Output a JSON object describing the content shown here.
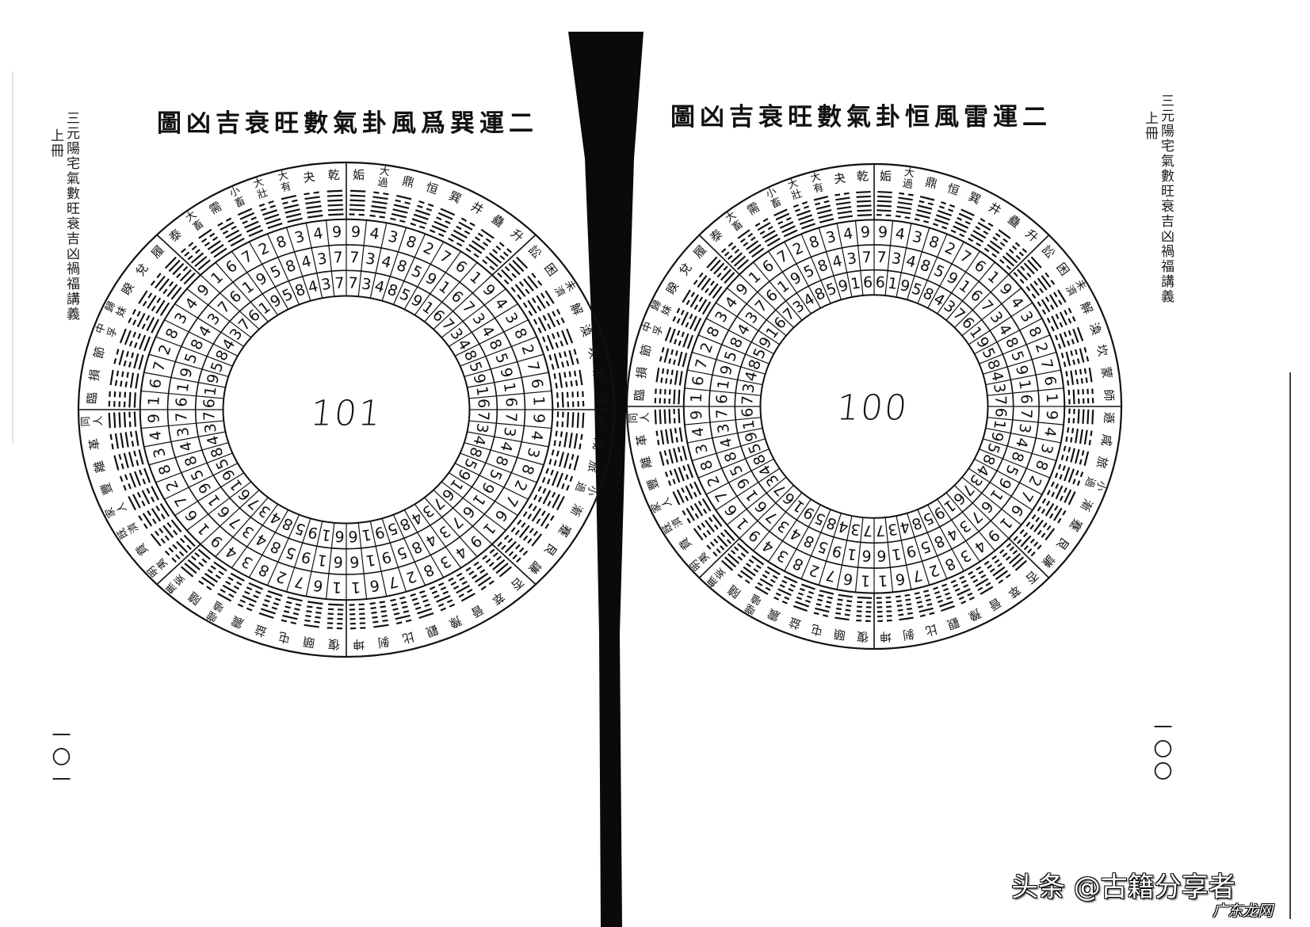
{
  "left_page": {
    "running_head": "三元陽宅氣數旺衰吉凶禍福講義",
    "volume": "上冊",
    "title": "圖凶吉衰旺數氣卦風爲巽運二",
    "page_number": "一〇一",
    "handwritten_number": "101",
    "wheel": {
      "outer_ring": [
        9,
        4,
        3,
        8,
        2,
        7,
        6,
        1,
        9,
        4,
        3,
        8,
        2,
        7,
        6,
        1,
        9,
        4,
        3,
        8,
        2,
        7,
        6,
        1,
        9,
        4,
        3,
        8,
        2,
        7,
        6,
        1,
        1,
        6,
        7,
        2,
        8,
        3,
        4,
        9,
        1,
        6,
        7,
        2,
        8,
        3,
        4,
        9,
        1,
        6,
        7,
        2,
        8,
        3,
        4,
        9,
        1,
        6,
        7,
        2,
        8,
        3,
        4,
        9
      ],
      "middle_ring": [
        7,
        3,
        4,
        8,
        5,
        9,
        1,
        6,
        7,
        3,
        4,
        8,
        5,
        9,
        1,
        6,
        7,
        3,
        4,
        8,
        5,
        9,
        1,
        6,
        7,
        3,
        4,
        8,
        5,
        9,
        1,
        6,
        6,
        1,
        9,
        5,
        8,
        4,
        3,
        7,
        6,
        1,
        9,
        5,
        8,
        4,
        3,
        7,
        6,
        1,
        9,
        5,
        8,
        4,
        3,
        7,
        6,
        1,
        9,
        5,
        8,
        4,
        3,
        7
      ],
      "inner_ring": [
        7,
        3,
        4,
        8,
        5,
        9,
        1,
        6,
        7,
        3,
        4,
        8,
        5,
        9,
        1,
        6,
        7,
        3,
        4,
        8,
        5,
        9,
        1,
        6,
        7,
        3,
        4,
        8,
        5,
        9,
        1,
        6,
        6,
        1,
        9,
        5,
        8,
        4,
        3,
        7,
        6,
        1,
        9,
        5,
        8,
        4,
        3,
        7,
        6,
        1,
        9,
        5,
        8,
        4,
        3,
        7,
        6,
        1,
        9,
        5,
        8,
        4,
        3,
        7
      ]
    }
  },
  "right_page": {
    "running_head": "三元陽宅氣數旺衰吉凶禍福講義",
    "volume": "上冊",
    "title": "圖凶吉衰旺數氣卦恒風雷運二",
    "page_number": "一〇〇",
    "handwritten_number": "100",
    "wheel": {
      "outer_ring": [
        9,
        4,
        3,
        8,
        2,
        7,
        6,
        1,
        9,
        4,
        3,
        8,
        2,
        7,
        6,
        1,
        9,
        4,
        3,
        8,
        2,
        7,
        6,
        1,
        9,
        4,
        3,
        8,
        2,
        7,
        6,
        1,
        1,
        6,
        7,
        2,
        8,
        3,
        4,
        9,
        1,
        6,
        7,
        2,
        8,
        3,
        4,
        9,
        1,
        6,
        7,
        2,
        8,
        3,
        4,
        9,
        1,
        6,
        7,
        2,
        8,
        3,
        4,
        9
      ],
      "middle_ring": [
        7,
        3,
        4,
        8,
        5,
        9,
        1,
        6,
        7,
        3,
        4,
        8,
        5,
        9,
        1,
        6,
        7,
        3,
        4,
        8,
        5,
        9,
        1,
        6,
        7,
        3,
        4,
        8,
        5,
        9,
        1,
        6,
        6,
        1,
        9,
        5,
        8,
        4,
        3,
        7,
        6,
        1,
        9,
        5,
        8,
        4,
        3,
        7,
        6,
        1,
        9,
        5,
        8,
        4,
        3,
        7,
        6,
        1,
        9,
        5,
        8,
        4,
        3,
        7
      ],
      "inner_ring": [
        6,
        1,
        9,
        5,
        8,
        4,
        3,
        7,
        6,
        1,
        9,
        5,
        8,
        4,
        3,
        7,
        6,
        1,
        9,
        5,
        8,
        4,
        3,
        7,
        6,
        1,
        9,
        5,
        8,
        4,
        3,
        7,
        7,
        3,
        4,
        8,
        5,
        9,
        1,
        6,
        7,
        3,
        4,
        8,
        5,
        9,
        1,
        6,
        7,
        3,
        4,
        8,
        5,
        9,
        1,
        6,
        7,
        3,
        4,
        8,
        5,
        9,
        1,
        6
      ]
    }
  },
  "hexagram_names": [
    "姤",
    "大過",
    "鼎",
    "恒",
    "巽",
    "井",
    "蠱",
    "升",
    "訟",
    "困",
    "未濟",
    "解",
    "渙",
    "坎",
    "蒙",
    "師",
    "遯",
    "咸",
    "旅",
    "小過",
    "漸",
    "蹇",
    "艮",
    "謙",
    "否",
    "萃",
    "晉",
    "豫",
    "觀",
    "比",
    "剝",
    "坤",
    "復",
    "頤",
    "屯",
    "益",
    "震",
    "噬嗑",
    "隨",
    "無妄",
    "明夷",
    "賁",
    "既濟",
    "家人",
    "豐",
    "離",
    "革",
    "同人",
    "臨",
    "損",
    "節",
    "中孚",
    "歸妹",
    "睽",
    "兌",
    "履",
    "泰",
    "大畜",
    "需",
    "小畜",
    "大壯",
    "大有",
    "夬",
    "乾"
  ],
  "hexagram_lines": [
    "011111",
    "011110",
    "011101",
    "011100",
    "011011",
    "011010",
    "011001",
    "011000",
    "010111",
    "010110",
    "010101",
    "010100",
    "010011",
    "010010",
    "010001",
    "010000",
    "001111",
    "001110",
    "001101",
    "001100",
    "001011",
    "001010",
    "001001",
    "001000",
    "000111",
    "000110",
    "000101",
    "000100",
    "000011",
    "000010",
    "000001",
    "000000",
    "100000",
    "100001",
    "100010",
    "100011",
    "100100",
    "100101",
    "100110",
    "100111",
    "101000",
    "101001",
    "101010",
    "101011",
    "101100",
    "101101",
    "101110",
    "101111",
    "110000",
    "110001",
    "110010",
    "110011",
    "110100",
    "110101",
    "110110",
    "110111",
    "111000",
    "111001",
    "111010",
    "111011",
    "111100",
    "111101",
    "111110",
    "111111"
  ],
  "watermark": {
    "text": "头条 @古籍分享者",
    "sub": "广东龙网"
  },
  "colors": {
    "ink": "#111111",
    "paper": "#ffffff",
    "binding": "#0a0a0a"
  }
}
